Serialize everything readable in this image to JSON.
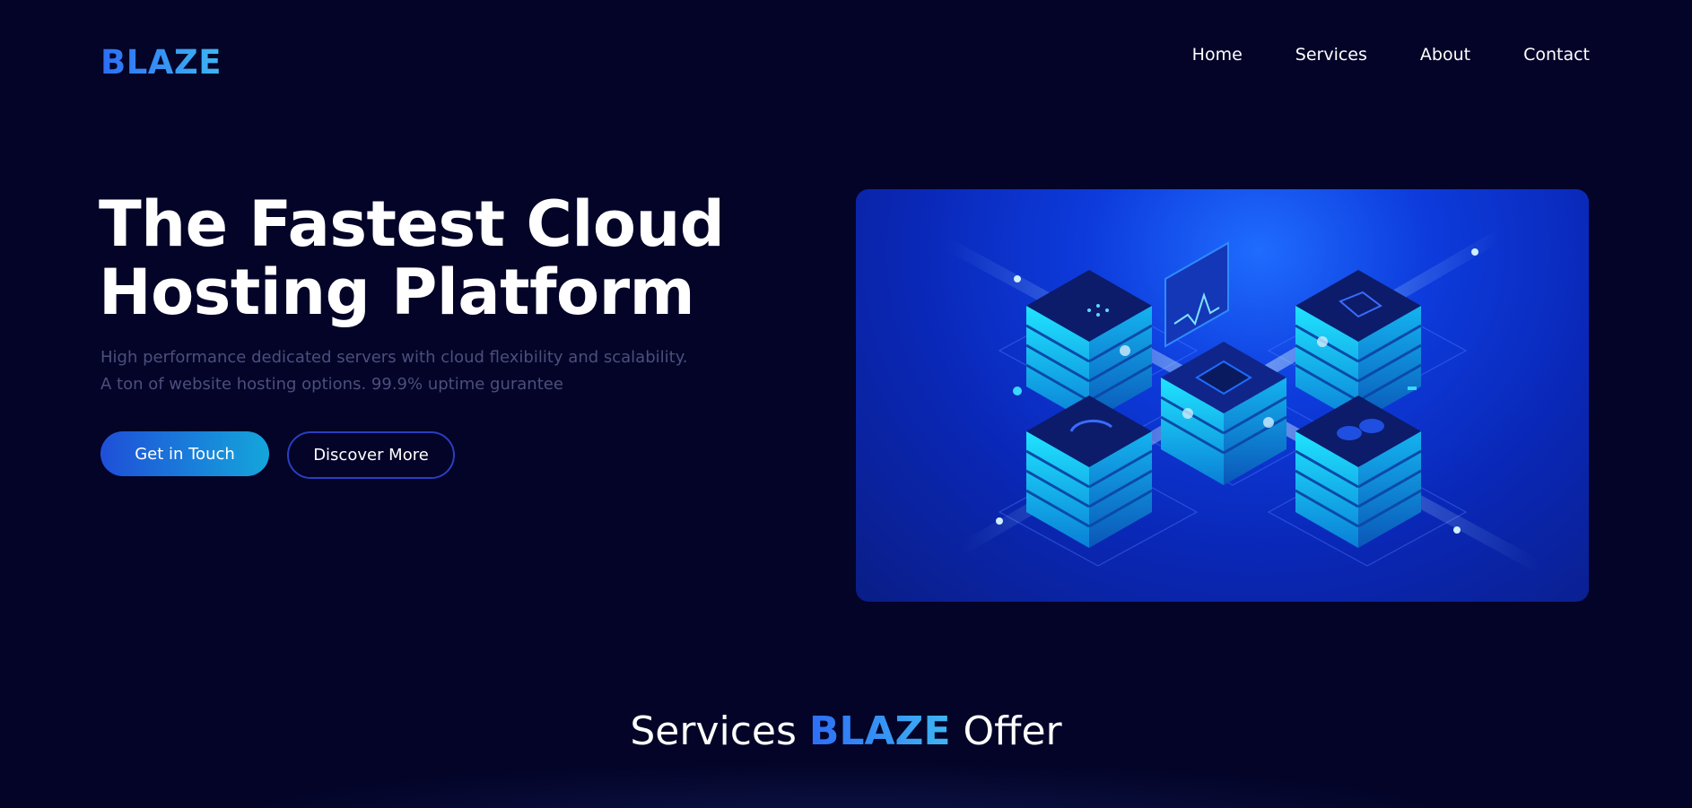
{
  "brand": {
    "logo": "BLAZE",
    "gradient_start": "#2d6df6",
    "gradient_end": "#3fb6f2"
  },
  "nav": {
    "items": [
      "Home",
      "Services",
      "About",
      "Contact"
    ]
  },
  "hero": {
    "title_line1": "The Fastest Cloud",
    "title_line2": "Hosting Platform",
    "sub_line1": "High performance dedicated servers with cloud flexibility and scalability.",
    "sub_line2": "A ton of website hosting options. 99.9% uptime gurantee",
    "primary_button": "Get in Touch",
    "secondary_button": "Discover More",
    "illustration": "isometric-server-racks"
  },
  "services": {
    "title_prefix": "Services",
    "title_brand": "BLAZE",
    "title_suffix": "Offer"
  },
  "colors": {
    "background": "#030428",
    "muted_text": "#4c4f7c",
    "accent_blue": "#1f4fd8"
  }
}
